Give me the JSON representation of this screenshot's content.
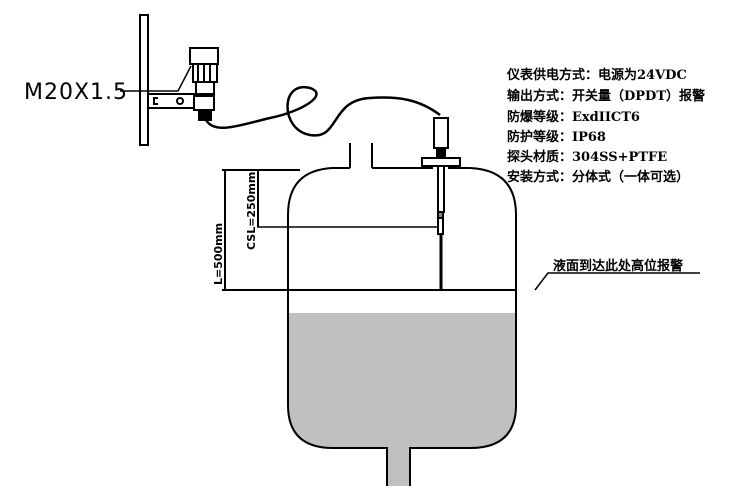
{
  "thread_label": "M20X1.5",
  "specs": [
    "仪表供电方式：电源为24VDC",
    "输出方式：开关量（DPDT）报警",
    "防爆等级：ExdIICT6",
    "防护等级：IP68",
    "探头材质：304SS+PTFE",
    "安装方式：分体式（一体可选）"
  ],
  "alarm_label": "液面到达此处高位报警",
  "dimension_L": "L=500mm",
  "dimension_CSL": "CSL=250mm",
  "colors": {
    "liquid": "#c0c0c0",
    "line": "#000000"
  }
}
